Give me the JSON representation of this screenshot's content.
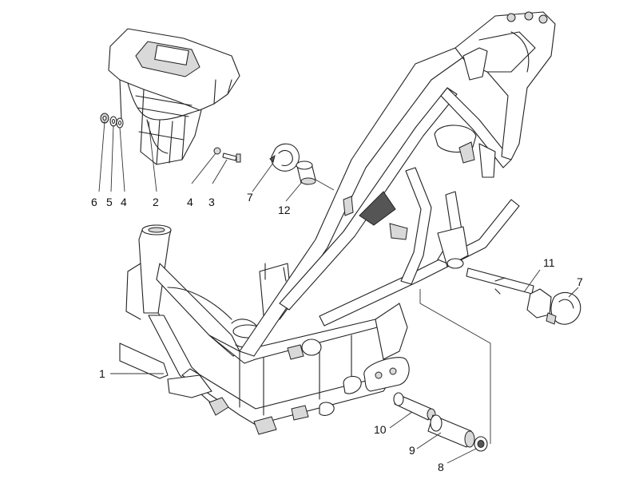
{
  "callouts": [
    {
      "id": "c1",
      "label": "1"
    },
    {
      "id": "c2",
      "label": "2"
    },
    {
      "id": "c3",
      "label": "3"
    },
    {
      "id": "c4a",
      "label": "4"
    },
    {
      "id": "c4b",
      "label": "4"
    },
    {
      "id": "c5",
      "label": "5"
    },
    {
      "id": "c6",
      "label": "6"
    },
    {
      "id": "c7a",
      "label": "7"
    },
    {
      "id": "c7b",
      "label": "7"
    },
    {
      "id": "c8",
      "label": "8"
    },
    {
      "id": "c9",
      "label": "9"
    },
    {
      "id": "c10",
      "label": "10"
    },
    {
      "id": "c11",
      "label": "11"
    },
    {
      "id": "c12",
      "label": "12"
    }
  ]
}
